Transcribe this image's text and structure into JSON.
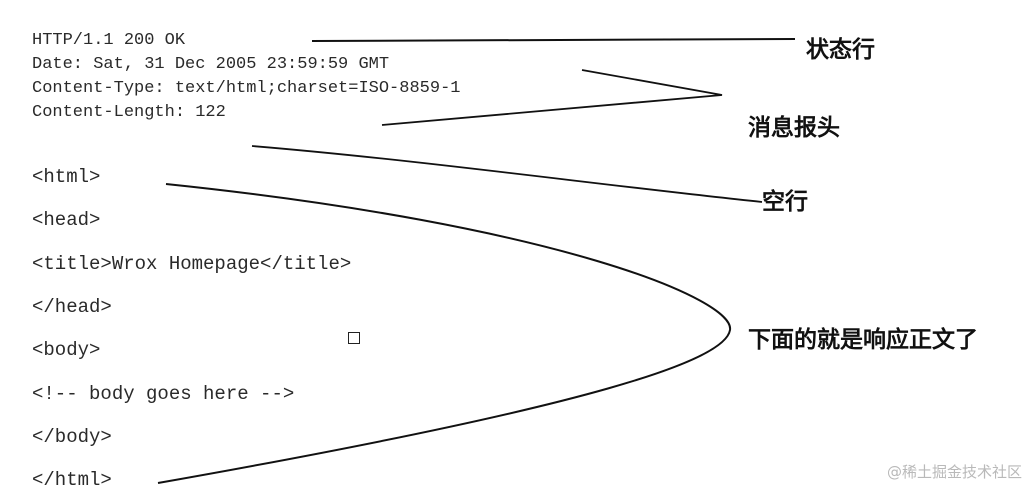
{
  "http_response": {
    "status_line": "HTTP/1.1 200 OK",
    "headers": [
      "Date: Sat, 31 Dec 2005 23:59:59 GMT",
      "Content-Type: text/html;charset=ISO-8859-1",
      "Content-Length: 122"
    ],
    "body": [
      "<html>",
      "<head>",
      "<title>Wrox Homepage</title>",
      "</head>",
      "<body>",
      "<!-- body goes here -->",
      "</body>",
      "</html>"
    ]
  },
  "annotations": {
    "status_line": "状态行",
    "headers": "消息报头",
    "blank_line": "空行",
    "body": "下面的就是响应正文了"
  },
  "watermark": "@稀土掘金技术社区"
}
